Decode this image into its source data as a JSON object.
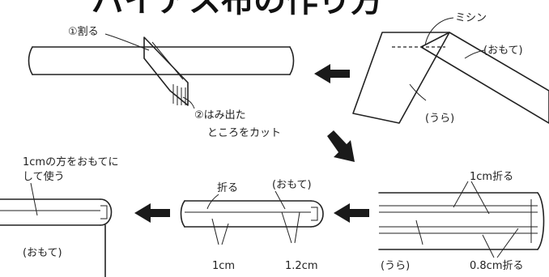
{
  "title": "バイアス布の作り方",
  "step1": {
    "split_label": "①割る",
    "cut_label_line1": "②はみ出た",
    "cut_label_line2": "ところをカット"
  },
  "step0": {
    "mishin_label": "ミシン",
    "omote_label": "(おもて)",
    "ura_label": "(うら)"
  },
  "step2": {
    "fold_1cm_label": "1cm折る",
    "ura_label": "(うら)",
    "fold_08cm_label": "0.8cm折る"
  },
  "step3": {
    "fold_label": "折る",
    "omote_label": "(おもて)",
    "dim_1cm": "1cm",
    "dim_12cm": "1.2cm"
  },
  "step4": {
    "note_line1": "1cmの方をおもてに",
    "note_line2": "して使う",
    "omote_label": "(おもて)"
  }
}
